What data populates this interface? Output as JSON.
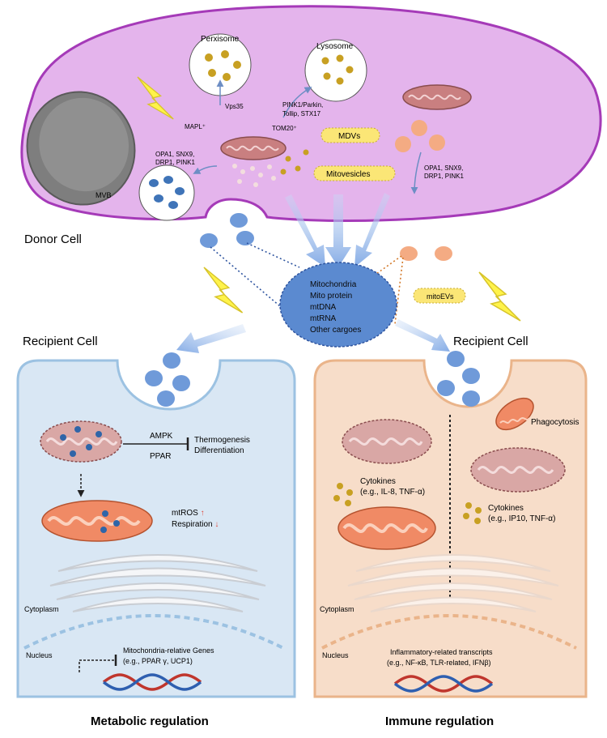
{
  "donor": {
    "title": "Donor Cell",
    "peroxisome": "Perxisome",
    "lysosome": "Lysosome",
    "vps35": "Vps35",
    "mapl": "MAPL⁺",
    "pink1_parkin": "PINK1/Parkin,",
    "tollip": "Tollip, STX17",
    "tom20": "TOM20⁺",
    "mdvs": "MDVs",
    "mitovesicles": "Mitovesicles",
    "left_proteins": [
      "OPA1, SNX9,",
      "DRP1, PINK1"
    ],
    "right_proteins": [
      "OPA1, SNX9,",
      "DRP1, PINK1"
    ],
    "mvb": "MVB"
  },
  "cargo": {
    "lines": [
      "Mitochondria",
      "Mito protein",
      "mtDNA",
      "mtRNA",
      "Other cargoes"
    ],
    "mitoevs": "mitoEVs"
  },
  "left_panel": {
    "title": "Recipient Cell",
    "ampk": "AMPK",
    "ppar": "PPAR",
    "thermogenesis": "Thermogenesis",
    "differentiation": "Differentiation",
    "mtros": "mtROS",
    "mtros_arrow": "↑",
    "respiration": "Respiration",
    "respiration_arrow": "↓",
    "cytoplasm": "Cytoplasm",
    "nucleus": "Nucleus",
    "genes": [
      "Mitochondria-relative Genes",
      "(e.g., PPAR γ, UCP1)"
    ],
    "caption": "Metabolic regulation"
  },
  "right_panel": {
    "title": "Recipient Cell",
    "phagocytosis": "Phagocytosis",
    "cytokines1": [
      "Cytokines",
      "(e.g., IL-8, TNF-α)"
    ],
    "cytokines2": [
      "Cytokines",
      "(e.g., IP10, TNF-α)"
    ],
    "cytoplasm": "Cytoplasm",
    "nucleus": "Nucleus",
    "transcripts": [
      "Inflammatory-related transcripts",
      "(e.g., NF-κB, TLR-related, IFNβ)"
    ],
    "caption": "Immune regulation"
  },
  "colors": {
    "donor_fill": "#e4b4ec",
    "donor_stroke": "#a53ab8",
    "left_panel_fill": "#d9e7f4",
    "left_panel_stroke": "#9cc2e2",
    "right_panel_fill": "#f7ddc9",
    "right_panel_stroke": "#eab48a",
    "mito_red": "#f08a65",
    "blue_vesicle": "#6f9ad9",
    "yellow_box": "#fbe676",
    "dot_gold": "#c8a022",
    "up_arrow": "#e0493c",
    "down_arrow": "#e0493c"
  }
}
